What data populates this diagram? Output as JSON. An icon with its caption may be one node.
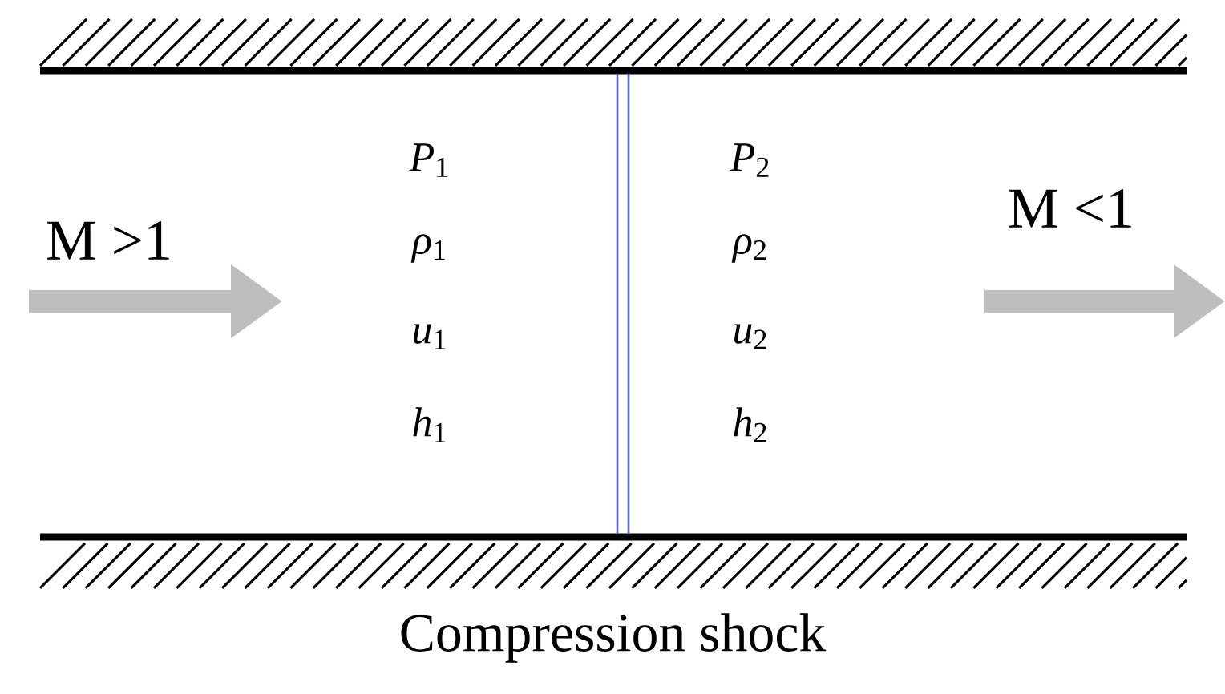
{
  "diagram": {
    "caption": "Compression shock",
    "labels": [
      "M >1",
      "*P*$_{1}$",
      "*ρ*$_{1}$",
      "*u*$_{1}$",
      "*h*$_{1}$",
      "*P*$_{2}$",
      "*ρ*$_{2}$",
      "*u*$_{2}$",
      "*h*$_{2}$",
      "M <1"
    ]
  }
}
